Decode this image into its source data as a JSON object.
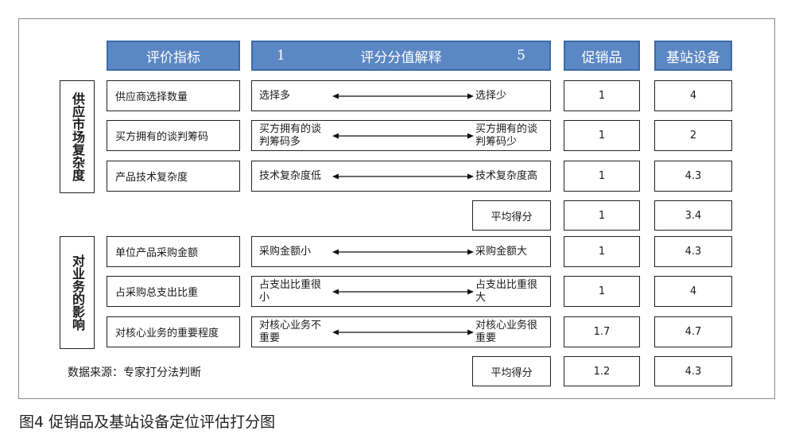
{
  "headers": {
    "indicator": "评价指标",
    "scale_low": "1",
    "scale_title": "评分分值解释",
    "scale_high": "5",
    "col1": "促销品",
    "col2": "基站设备"
  },
  "groups": [
    {
      "label": "供应市场复杂度"
    },
    {
      "label": "对业务的影响"
    }
  ],
  "rows": [
    {
      "indicator": "供应商选择数量",
      "left": "选择多",
      "right": "选择少",
      "v1": "1",
      "v2": "4"
    },
    {
      "indicator": "买方拥有的谈判筹码",
      "left": "买方拥有的谈\n判筹码多",
      "right": "买方拥有的谈\n判筹码少",
      "v1": "1",
      "v2": "2"
    },
    {
      "indicator": "产品技术复杂度",
      "left": "技术复杂度低",
      "right": "技术复杂度高",
      "v1": "1",
      "v2": "4.3"
    },
    {
      "indicator": "单位产品采购金额",
      "left": "采购金额小",
      "right": "采购金额大",
      "v1": "1",
      "v2": "4.3"
    },
    {
      "indicator": "占采购总支出比重",
      "left": "占支出比重很\n小",
      "right": "占支出比重很\n大",
      "v1": "1",
      "v2": "4"
    },
    {
      "indicator": "对核心业务的重要程度",
      "left": "对核心业务不\n重要",
      "right": "对核心业务很\n重要",
      "v1": "1.7",
      "v2": "4.7"
    }
  ],
  "averages": [
    {
      "label": "平均得分",
      "v1": "1",
      "v2": "3.4"
    },
    {
      "label": "平均得分",
      "v1": "1.2",
      "v2": "4.3"
    }
  ],
  "source_note": "数据来源：专家打分法判断",
  "caption": "图4   促销品及基站设备定位评估打分图"
}
